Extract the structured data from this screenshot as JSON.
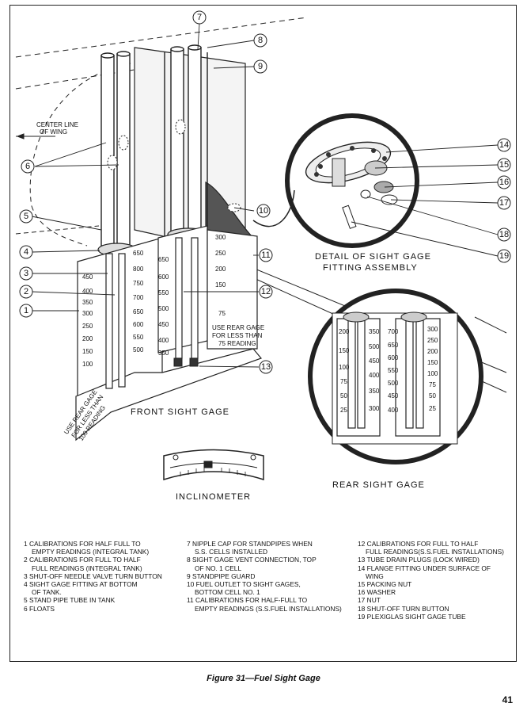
{
  "callouts": [
    "1",
    "2",
    "3",
    "4",
    "5",
    "6",
    "7",
    "8",
    "9",
    "10",
    "11",
    "12",
    "13",
    "14",
    "15",
    "16",
    "17",
    "18",
    "19"
  ],
  "labels": {
    "center_line": "CENTER LINE",
    "of_wing": "OF WING",
    "front_sight_gage": "FRONT SIGHT GAGE",
    "detail_line1": "DETAIL OF SIGHT GAGE",
    "detail_line2": "FITTING ASSEMBLY",
    "rear_sight_gage": "REAR SIGHT GAGE",
    "inclinometer": "INCLINOMETER",
    "use_rear_1": "USE REAR GAGE",
    "use_rear_2": "FOR LESS THAN",
    "use_rear_3": "75 READING",
    "use_rear_100_1": "USE REAR GAGE",
    "use_rear_100_2": "FOR LESS THAN",
    "use_rear_100_3": "100 READING"
  },
  "scales": {
    "left_board": [
      "450",
      "400",
      "350",
      "300",
      "250",
      "200",
      "150",
      "100"
    ],
    "mid_board": [
      "650",
      "800",
      "750",
      "700",
      "650",
      "600",
      "550",
      "500"
    ],
    "mid_board2": [
      "650",
      "600",
      "550",
      "500",
      "450",
      "400",
      "350"
    ],
    "right_board": [
      "300",
      "250",
      "200",
      "150",
      "75"
    ],
    "rear_a": [
      "200",
      "150",
      "100",
      "75",
      "50",
      "25"
    ],
    "rear_b": [
      "350",
      "500",
      "450",
      "400",
      "350",
      "300"
    ],
    "rear_c": [
      "700",
      "650",
      "600",
      "550",
      "500",
      "450",
      "400"
    ],
    "rear_d": [
      "300",
      "250",
      "200",
      "150",
      "100",
      "75",
      "50",
      "25"
    ]
  },
  "legend": {
    "col1": [
      "1 CALIBRATIONS FOR HALF FULL TO",
      "EMPTY READINGS (INTEGRAL TANK)",
      "2 CALIBRATIONS FOR FULL TO HALF",
      "FULL READINGS (INTEGRAL TANK)",
      "3 SHUT-OFF NEEDLE VALVE TURN BUTTON",
      "4 SIGHT GAGE FITTING AT BOTTOM",
      "OF TANK.",
      "5 STAND PIPE TUBE IN TANK",
      "6 FLOATS"
    ],
    "col2": [
      "7 NIPPLE CAP FOR STANDPIPES WHEN",
      "S.S. CELLS INSTALLED",
      "8 SIGHT GAGE VENT CONNECTION, TOP",
      "OF NO. 1 CELL",
      "9 STANDPIPE GUARD",
      "10 FUEL OUTLET TO SIGHT GAGES,",
      "BOTTOM CELL NO. 1",
      "11 CALIBRATIONS FOR HALF-FULL TO",
      "EMPTY READINGS (S.S.FUEL INSTALLATIONS)"
    ],
    "col3": [
      "12 CALIBRATIONS FOR FULL TO HALF",
      "FULL READINGS(S.S.FUEL INSTALLATIONS)",
      "13 TUBE DRAIN PLUGS (LOCK WIRED)",
      "14 FLANGE FITTING UNDER SURFACE OF",
      "WING",
      "15 PACKING NUT",
      "16 WASHER",
      "17 NUT",
      "18 SHUT-OFF TURN BUTTON",
      "19 PLEXIGLAS SIGHT GAGE TUBE"
    ]
  },
  "caption": "Figure 31—Fuel Sight Gage",
  "page_number": "41"
}
